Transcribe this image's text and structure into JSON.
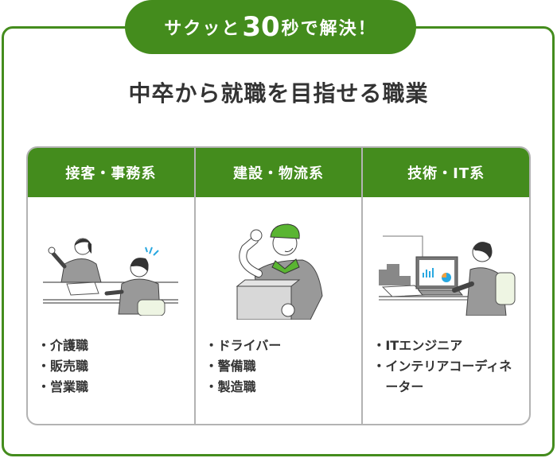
{
  "badge": {
    "prefix": "サクッと",
    "number": "30",
    "suffix": "秒で解決！"
  },
  "title": "中卒から就職を目指せる職業",
  "colors": {
    "brand_green": "#448c1d",
    "border_gray": "#b3b3b3",
    "text": "#333333",
    "accent_blue": "#29a8e0",
    "cap_green": "#5ab532"
  },
  "columns": [
    {
      "header": "接客・事務系",
      "illustration": "office-conversation-illustration",
      "bullet": "・",
      "items": [
        "介護職",
        "販売職",
        "営業職"
      ]
    },
    {
      "header": "建設・物流系",
      "illustration": "delivery-worker-illustration",
      "bullet": "・",
      "items": [
        "ドライバー",
        "警備職",
        "製造職"
      ]
    },
    {
      "header": "技術・IT系",
      "illustration": "computer-worker-illustration",
      "bullet": "・",
      "items": [
        "ITエンジニア",
        "インテリアコーディネーター"
      ]
    }
  ]
}
